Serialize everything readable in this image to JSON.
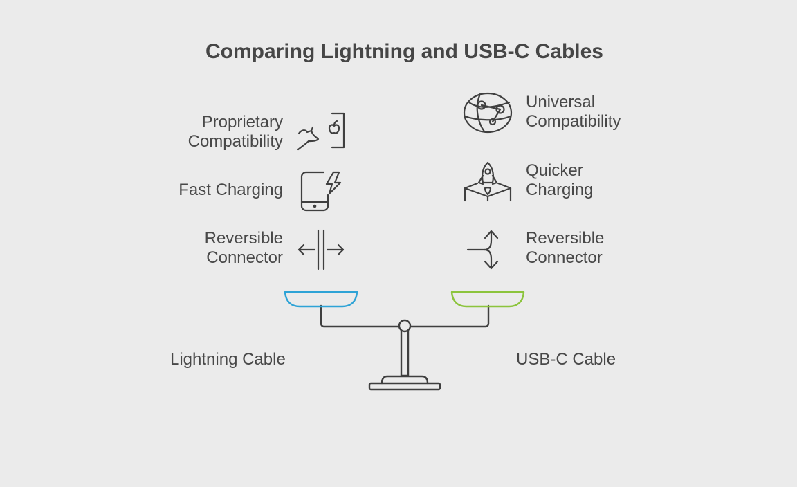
{
  "title": "Comparing Lightning and USB-C Cables",
  "left": {
    "name": "Lightning Cable",
    "color": "#2ea3d6",
    "features": [
      {
        "line1": "Proprietary",
        "line2": "Compatibility",
        "icon": "apple-device-icon"
      },
      {
        "line1": "Fast Charging",
        "line2": "",
        "icon": "phone-charging-icon"
      },
      {
        "line1": "Reversible",
        "line2": "Connector",
        "icon": "reversible-arrows-icon"
      }
    ]
  },
  "right": {
    "name": "USB-C Cable",
    "color": "#8cc43d",
    "features": [
      {
        "line1": "Universal",
        "line2": "Compatibility",
        "icon": "globe-network-icon"
      },
      {
        "line1": "Quicker",
        "line2": "Charging",
        "icon": "rocket-launch-icon"
      },
      {
        "line1": "Reversible",
        "line2": "Connector",
        "icon": "split-arrows-icon"
      }
    ]
  }
}
